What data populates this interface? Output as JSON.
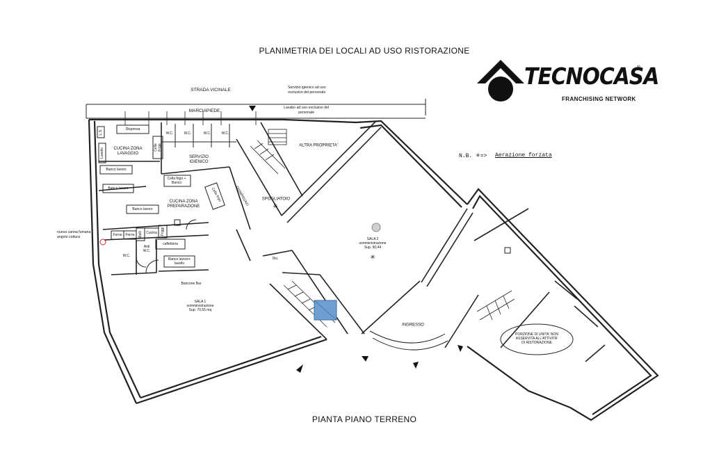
{
  "title": "PLANIMETRIA DEI LOCALI AD USO RISTORAZIONE",
  "subtitle": "PIANTA PIANO TERRENO",
  "logo": {
    "word": "TECNOCASA",
    "tagline": "FRANCHISING NETWORK",
    "reg": "®"
  },
  "legend": {
    "nb": "N.B.  ✳=>",
    "aerazione": "Aerazione forzata"
  },
  "labels": {
    "strada": "STRADA VICINALE",
    "marciapiede": "MARCIAPIEDE",
    "servizio_personale": "Servizio igienico ad uso\nesclusivo del personale",
    "lavabo_personale": "Lavabo ad uso esclusivo del\npersonale",
    "dispensa": "Dispensa",
    "wc": "W.C.",
    "cucina_lavaggio": "CUCINA ZONA\nLAVAGGIO",
    "lavello": "Lavello",
    "ls": "L.S.",
    "cella_frigo": "Cella\nFrigo",
    "servizio_igienico": "SERVIZIO\nIGIENICO",
    "banco_lavoro": "Banco lavoro",
    "cella_frigo_banco": "Cella frigo +\nBanco",
    "cella_frigo2": "Cella frigo",
    "cucina_preparazione": "CUCINA ZONA\nPREPARAZIONE",
    "disimpegno": "DISIMPEGNO",
    "spogliatoio": "SPOGLIATOIO",
    "altra_proprieta": "ALTRA PROPRIETA'",
    "canna_fumaria": "nuova canna fumaria\nangolo cottura",
    "forno": "Forno",
    "cucina": "Cucina",
    "bolli": "Bolli",
    "friggi": "Friggi",
    "anti_wc": "Anti\nW.C.",
    "caffetteria": "caffetteria",
    "banco_lavoro_lavello": "Banco lavoro+\nlavello",
    "bancone_bar": "Bancone Bar",
    "dis": "Dis.",
    "sala1": "SALA 1\nsomministrazione\nSup. 70,55 mq",
    "sala2": "SALA 2\nsomministrazione\nSup. 90,44",
    "ingresso": "INGRESSO",
    "porzione": "PORZIONE DI UNITA' NON\nASSERVITA ALL'ATTIVITA'\nDI RISTORAZIONE"
  },
  "colors": {
    "stair_highlight": "#6f9fd0",
    "marker_red": "#d22222"
  }
}
